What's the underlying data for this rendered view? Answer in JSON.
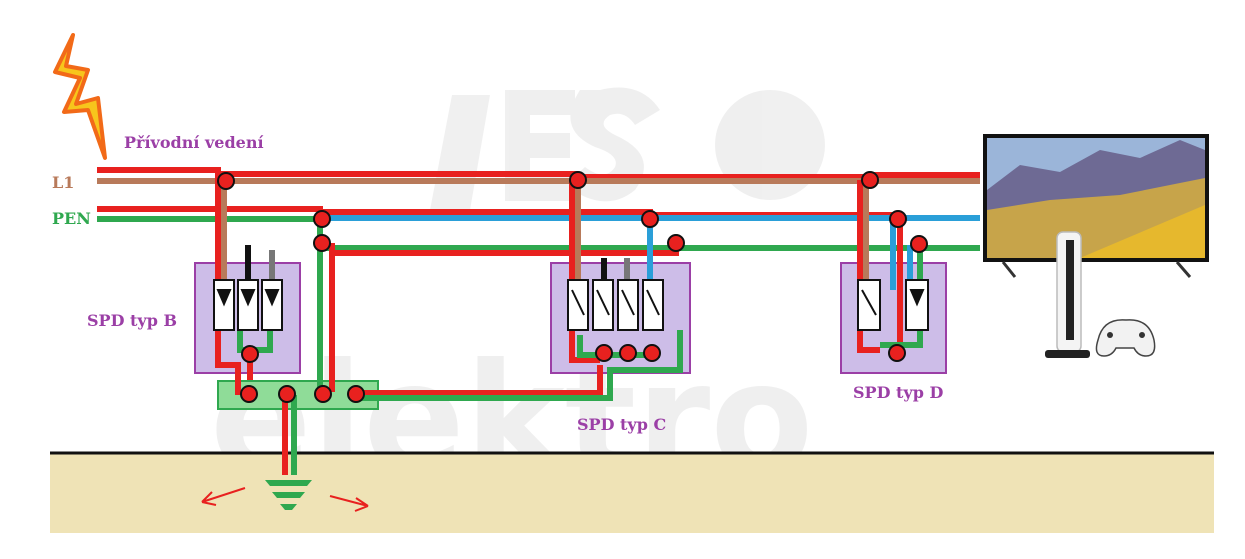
{
  "labels": {
    "supply_line": "Přívodní vedení",
    "l1": "L1",
    "pen": "PEN",
    "spd_b": "SPD typ B",
    "spd_c": "SPD typ C",
    "spd_d": "SPD typ D"
  },
  "watermark": "EAS elektro",
  "colors": {
    "label_purple": "#9b3fa6",
    "l1_brown": "#b87a5a",
    "pen_green": "#2fa84f",
    "phase_red": "#e8211f",
    "neutral_blue": "#2a9fd8",
    "spd_box": "#cdbde8",
    "ground": "#efe3b6",
    "earth_bar": "#8fdc98"
  },
  "icons": [
    "lightning-icon",
    "tv-icon",
    "game-console-icon",
    "controller-icon",
    "ground-symbol-icon"
  ]
}
